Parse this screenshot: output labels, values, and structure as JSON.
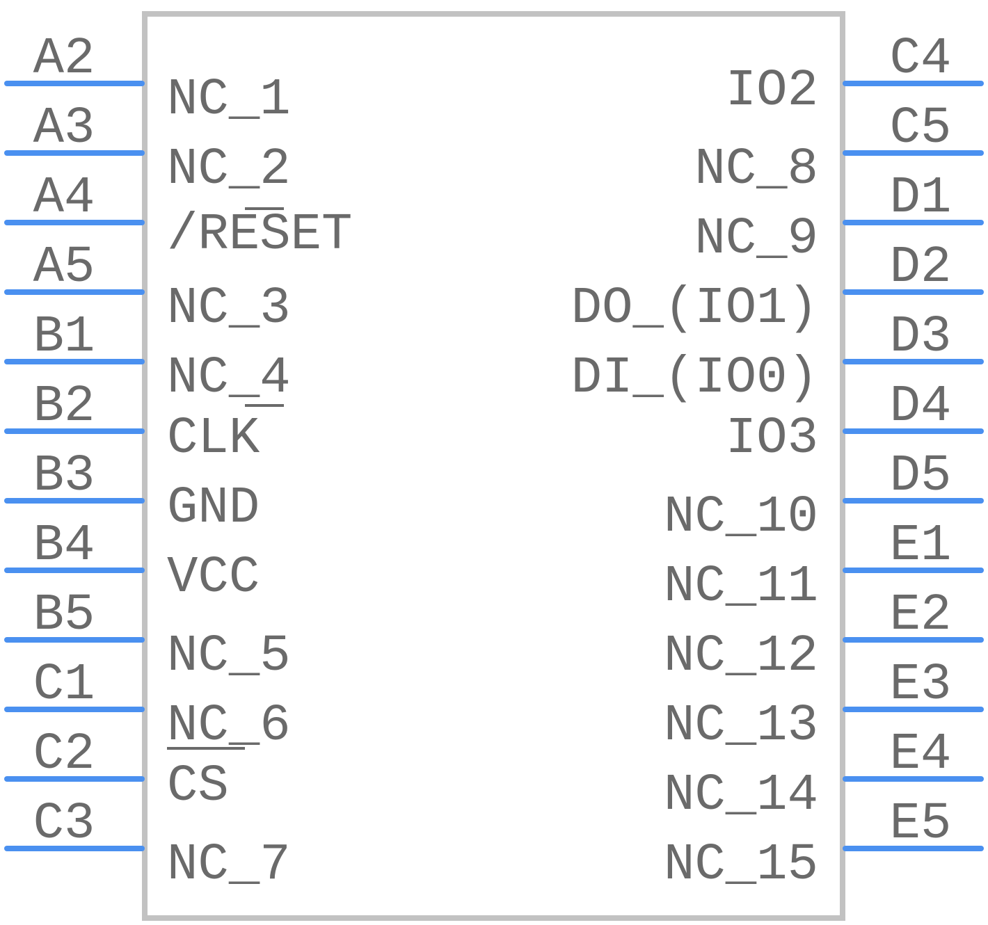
{
  "colors": {
    "body_outline": "#c2c2c2",
    "pin_line": "#4a90f0",
    "text": "#6a6a6a"
  },
  "left_pins": [
    {
      "number": "A2",
      "name": "NC_1"
    },
    {
      "number": "A3",
      "name": "NC_2"
    },
    {
      "number": "A4",
      "name": "/RESET"
    },
    {
      "number": "A5",
      "name": "NC_3"
    },
    {
      "number": "B1",
      "name": "NC_4"
    },
    {
      "number": "B2",
      "name": "CLK"
    },
    {
      "number": "B3",
      "name": "GND"
    },
    {
      "number": "B4",
      "name": "VCC"
    },
    {
      "number": "B5",
      "name": "NC_5"
    },
    {
      "number": "C1",
      "name": "NC_6"
    },
    {
      "number": "C2",
      "name": "CS"
    },
    {
      "number": "C3",
      "name": "NC_7"
    }
  ],
  "right_pins": [
    {
      "number": "C4",
      "name": "IO2"
    },
    {
      "number": "C5",
      "name": "NC_8"
    },
    {
      "number": "D1",
      "name": "NC_9"
    },
    {
      "number": "D2",
      "name": "DO_(IO1)"
    },
    {
      "number": "D3",
      "name": "DI_(IO0)"
    },
    {
      "number": "D4",
      "name": "IO3"
    },
    {
      "number": "D5",
      "name": "NC_10"
    },
    {
      "number": "E1",
      "name": "NC_11"
    },
    {
      "number": "E2",
      "name": "NC_12"
    },
    {
      "number": "E3",
      "name": "NC_13"
    },
    {
      "number": "E4",
      "name": "NC_14"
    },
    {
      "number": "E5",
      "name": "NC_15"
    }
  ]
}
